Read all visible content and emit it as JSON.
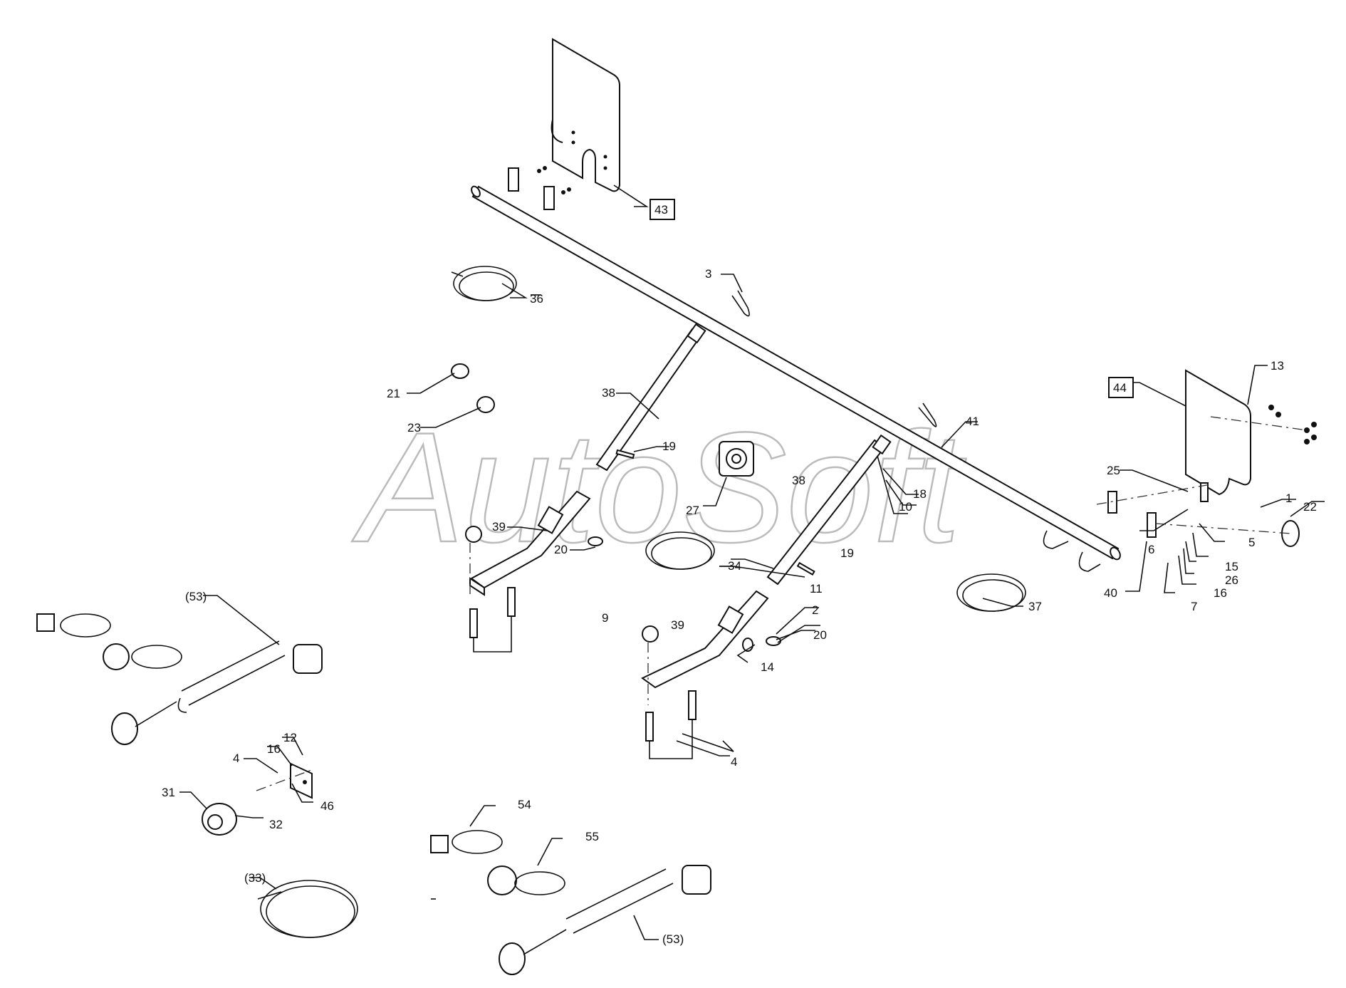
{
  "watermark": "AutoSoft",
  "callouts": {
    "c1": "1",
    "c2": "2",
    "c3": "3",
    "c4a": "4",
    "c4b": "4",
    "c5": "5",
    "c6": "6",
    "c7": "7",
    "c9": "9",
    "c10": "10",
    "c11": "11",
    "c12": "12",
    "c13": "13",
    "c14": "14",
    "c15": "15",
    "c16a": "16",
    "c16b": "16",
    "c18": "18",
    "c19a": "19",
    "c19b": "19",
    "c20a": "20",
    "c20b": "20",
    "c21": "21",
    "c22": "22",
    "c23": "23",
    "c25": "25",
    "c26": "26",
    "c27": "27",
    "c31": "31",
    "c32": "32",
    "c33": "(33)",
    "c34": "34",
    "c36": "36",
    "c37": "37",
    "c38a": "38",
    "c38b": "38",
    "c39a": "39",
    "c39b": "39",
    "c40": "40",
    "c41": "41",
    "c43": "43",
    "c44": "44",
    "c46": "46",
    "c53a": "(53)",
    "c53b": "(53)",
    "c54": "54",
    "c55": "55"
  }
}
